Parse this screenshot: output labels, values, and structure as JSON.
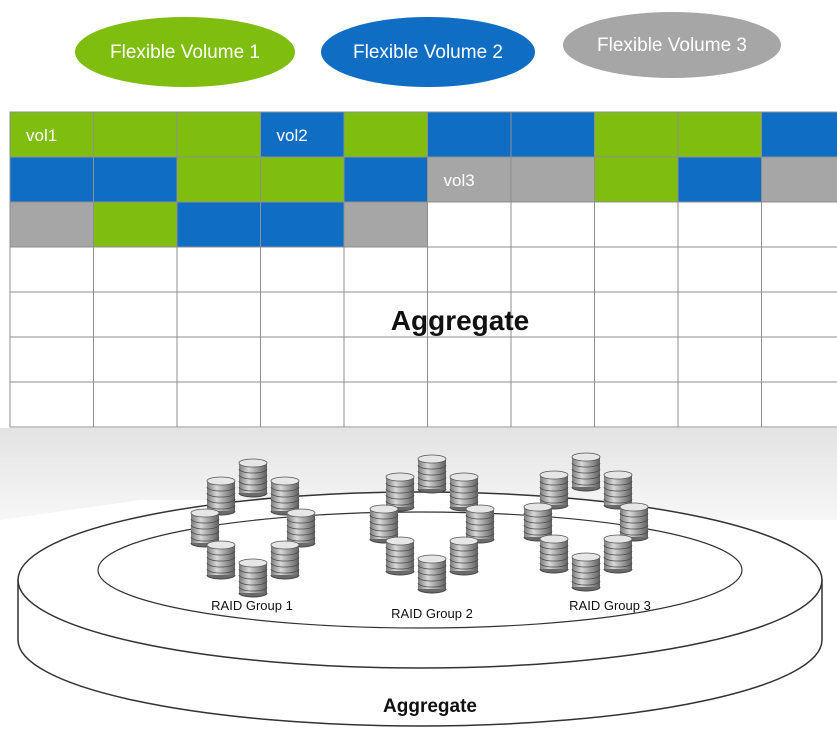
{
  "colors": {
    "vol1": "#7fbd0f",
    "vol2": "#0f6ec4",
    "vol3": "#a6a6a6",
    "empty": "#ffffff",
    "grid_line": "#8f8f8f"
  },
  "volumes": [
    {
      "key": "vol1",
      "ellipse_label": "Flexible Volume 1",
      "color": "#7fbd0f"
    },
    {
      "key": "vol2",
      "ellipse_label": "Flexible Volume 2",
      "color": "#0f6ec4"
    },
    {
      "key": "vol3",
      "ellipse_label": "Flexible Volume 3",
      "color": "#a6a6a6"
    }
  ],
  "grid": {
    "columns": 10,
    "rows": [
      [
        "vol1",
        "vol1",
        "vol1",
        "vol2",
        "vol1",
        "vol2",
        "vol2",
        "vol1",
        "vol1",
        "vol2"
      ],
      [
        "vol2",
        "vol2",
        "vol1",
        "vol1",
        "vol2",
        "vol3",
        "vol3",
        "vol1",
        "vol2",
        "vol3"
      ],
      [
        "vol3",
        "vol1",
        "vol2",
        "vol2",
        "vol3",
        "empty",
        "empty",
        "empty",
        "empty",
        "empty"
      ],
      [
        "empty",
        "empty",
        "empty",
        "empty",
        "empty",
        "empty",
        "empty",
        "empty",
        "empty",
        "empty"
      ],
      [
        "empty",
        "empty",
        "empty",
        "empty",
        "empty",
        "empty",
        "empty",
        "empty",
        "empty",
        "empty"
      ],
      [
        "empty",
        "empty",
        "empty",
        "empty",
        "empty",
        "empty",
        "empty",
        "empty",
        "empty",
        "empty"
      ],
      [
        "empty",
        "empty",
        "empty",
        "empty",
        "empty",
        "empty",
        "empty",
        "empty",
        "empty",
        "empty"
      ]
    ],
    "cell_labels": [
      {
        "row": 0,
        "col": 0,
        "text": "vol1"
      },
      {
        "row": 0,
        "col": 3,
        "text": "vol2"
      },
      {
        "row": 1,
        "col": 5,
        "text": "vol3"
      }
    ],
    "title": "Aggregate"
  },
  "raid_groups": [
    {
      "label": "RAID Group 1"
    },
    {
      "label": "RAID Group 2"
    },
    {
      "label": "RAID Group 3"
    }
  ],
  "disk_label": "Aggregate"
}
